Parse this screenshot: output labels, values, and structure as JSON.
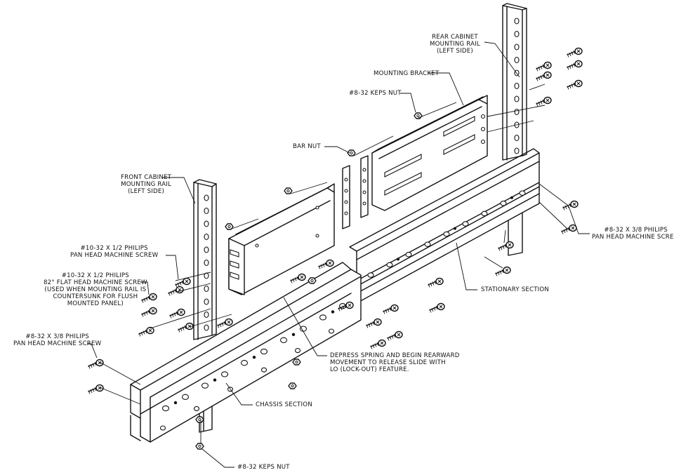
{
  "labels": {
    "rear_rail": [
      "REAR CABINET",
      "MOUNTING RAIL",
      "(LEFT SIDE)"
    ],
    "mounting_bracket": "MOUNTING BRACKET",
    "keps_nut_top": "#8-32 KEPS NUT",
    "bar_nut": "BAR NUT",
    "front_rail": [
      "FRONT CABINET",
      "MOUNTING RAIL",
      "(LEFT SIDE)"
    ],
    "screw_10_32_pan": [
      "#10-32 X 1/2 PHILIPS",
      "PAN HEAD MACHINE SCREW"
    ],
    "screw_10_32_flat": [
      "#10-32 X 1/2 PHILIPS",
      "82° FLAT HEAD MACHINE SCREW",
      "(USED WHEN MOUNTING RAIL IS",
      "COUNTERSUNK FOR FLUSH",
      "MOUNTED PANEL)"
    ],
    "screw_8_32_left": [
      "#8-32 X 3/8 PHILIPS",
      "PAN HEAD MACHINE SCREW"
    ],
    "screw_8_32_right": [
      "#8-32 X 3/8 PHILIPS",
      "PAN HEAD MACHINE SCREW"
    ],
    "stationary_section": "STATIONARY SECTION",
    "depress_spring": [
      "DEPRESS SPRING AND BEGIN REARWARD",
      "MOVEMENT TO RELEASE SLIDE WITH",
      "LO (LOCK-OUT) FEATURE."
    ],
    "chassis_section": "CHASSIS SECTION",
    "keps_nut_bottom": "#8-32 KEPS NUT"
  }
}
